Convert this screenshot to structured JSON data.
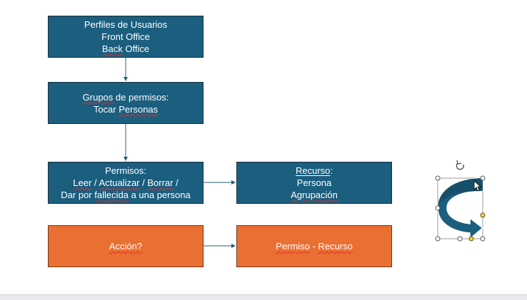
{
  "colors": {
    "box_blue": "#1b5e7e",
    "box_orange": "#ea6f32",
    "connector": "#2a5d78",
    "spell_underline": "#e0302a"
  },
  "boxes": {
    "perfiles": {
      "line1": "Perfiles de Usuarios",
      "line2": "Front Office",
      "line3_a": "Back",
      "line3_b": " Office"
    },
    "grupos": {
      "line1_a": "Grupos",
      "line1_b": " de permisos:",
      "line2_a": "Tocar ",
      "line2_b": "Personas"
    },
    "permisos": {
      "line1": "Permisos:",
      "line2_a": "Leer",
      "line2_b": " / ",
      "line2_c": "Actualizar",
      "line2_d": " / ",
      "line2_e": "Borrar",
      "line2_f": " /",
      "line3_a": "Dar por ",
      "line3_b": "fallecida",
      "line3_c": " a una persona"
    },
    "recurso": {
      "line1_a": "Recurso",
      "line1_b": ":",
      "line2": "Persona",
      "line3": "Agrupación"
    },
    "accion": {
      "line1": "Acción?"
    },
    "permiso_recurso": {
      "line1_a": "Permiso",
      "line1_b": " - ",
      "line1_c": "Recurso"
    }
  },
  "selected_shape": {
    "icon": "curved-arrow-icon",
    "handle_color": "#ffffff",
    "adjust_handle_color": "#f5d90a"
  }
}
